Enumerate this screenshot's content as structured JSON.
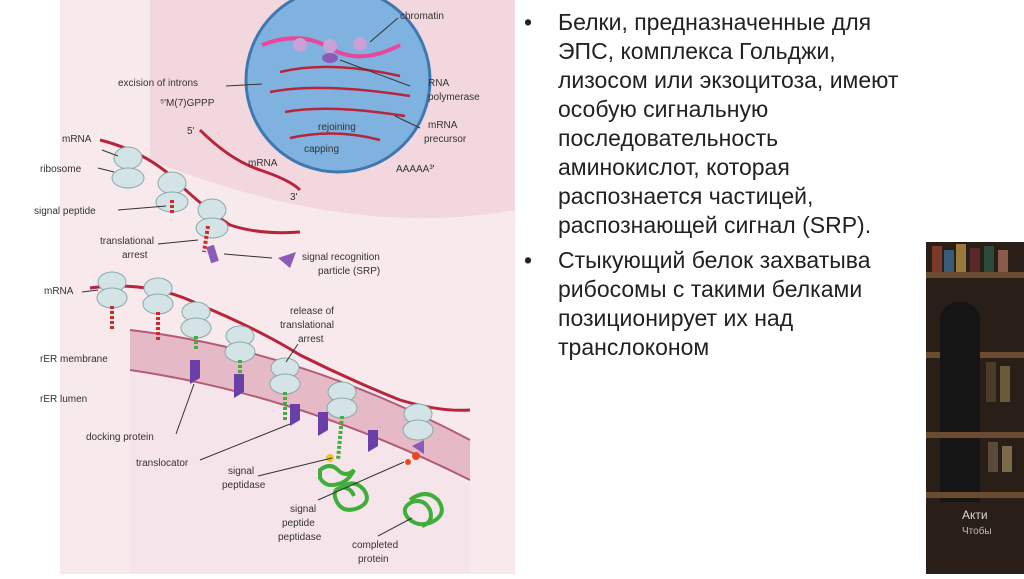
{
  "figure": {
    "labels": {
      "chromatin": "chromatin",
      "excision": "excision of introns",
      "cap": "⁵'M(7)GPPP",
      "five_prime_top": "5'",
      "rna_polymerase_1": "RNA",
      "rna_polymerase_2": "polymerase",
      "rejoining": "rejoining",
      "mrna_precursor_1": "mRNA",
      "mrna_precursor_2": "precursor",
      "capping": "capping",
      "poly_a": "AAAAA³'",
      "mrna_top": "mRNA",
      "mrna_mid": "mRNA",
      "three_prime": "3'",
      "ribosome": "ribosome",
      "signal_peptide": "signal peptide",
      "translational_arrest_1": "translational",
      "translational_arrest_2": "arrest",
      "srp_1": "signal recognition",
      "srp_2": "particle (SRP)",
      "mrna_lower": "mRNA",
      "release_1": "release of",
      "release_2": "translational",
      "release_3": "arrest",
      "rer_membrane": "rER membrane",
      "rer_lumen": "rER lumen",
      "docking_protein": "docking protein",
      "translocator": "translocator",
      "signal_peptidase_1": "signal",
      "signal_peptidase_2": "peptidase",
      "sp_peptidase_1": "signal",
      "sp_peptidase_2": "peptide",
      "sp_peptidase_3": "peptidase",
      "completed_1": "completed",
      "completed_2": "protein"
    }
  },
  "bullets": [
    {
      "lines": [
        "Белки, предназначенные для",
        "ЭПС, комплекса Гольджи,",
        "лизосом или экзоцитоза, имеют",
        "особую сигнальную",
        "последовательность",
        "аминокислот, которая",
        "распознается частицей,",
        "распознающей сигнал (SRP)."
      ]
    },
    {
      "lines": [
        "Стыкующий белок захватыва",
        "рибосомы с такими белками",
        "позиционирует их над",
        "транслоконом"
      ]
    }
  ],
  "bullet_symbol": "•",
  "overlay": {
    "activate_line1": "Акти",
    "activate_line2": "Чтобы"
  },
  "colors": {
    "background_pink": "#f6dfe4",
    "nucleus_blue": "#7fb2de",
    "mrna_red": "#b8243c",
    "ribosome": "#d4e4e6",
    "srp_purple": "#8a5cb8",
    "peptide_green": "#3fae3a"
  }
}
